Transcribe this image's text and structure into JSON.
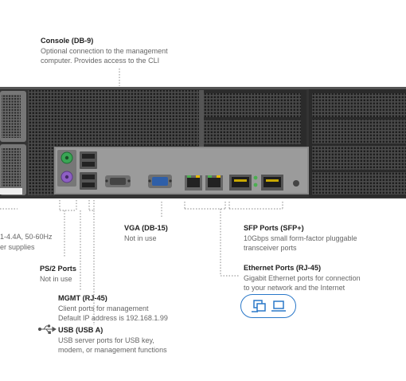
{
  "console": {
    "title": "Console (DB-9)",
    "line1": "Optional connection to the management",
    "line2": "computer. Provides access to the CLI"
  },
  "power": {
    "line1": "1-4.4A, 50-60Hz",
    "line2": "er supplies"
  },
  "vga": {
    "title": "VGA (DB-15)",
    "desc": "Not in use"
  },
  "sfp": {
    "title": "SFP Ports (SFP+)",
    "line1": "10Gbps small form-factor pluggable",
    "line2": "transceiver ports"
  },
  "ps2": {
    "title": "PS/2 Ports",
    "desc": "Not in use"
  },
  "ethernet": {
    "title": "Ethernet Ports (RJ-45)",
    "line1": "Gigabit Ethernet ports for connection",
    "line2": "to your network and the Internet"
  },
  "mgmt": {
    "title": "MGMT (RJ-45)",
    "line1": "Client ports for management",
    "line2": "Default IP address is 192.168.1.99"
  },
  "usb": {
    "title": "USB (USB A)",
    "line1": "USB server ports for USB key,",
    "line2": "modem, or management functions"
  },
  "icons": [
    "network-device-icon",
    "laptop-icon",
    "usb-icon"
  ],
  "colors": {
    "accent": "#2a78c9",
    "chassis": "#3a3a3a",
    "panel": "#8a8a8a",
    "ps2_green": "#3aa655",
    "ps2_purple": "#8e5fc4",
    "vga_blue": "#2f5fa8",
    "leader": "#888888"
  }
}
